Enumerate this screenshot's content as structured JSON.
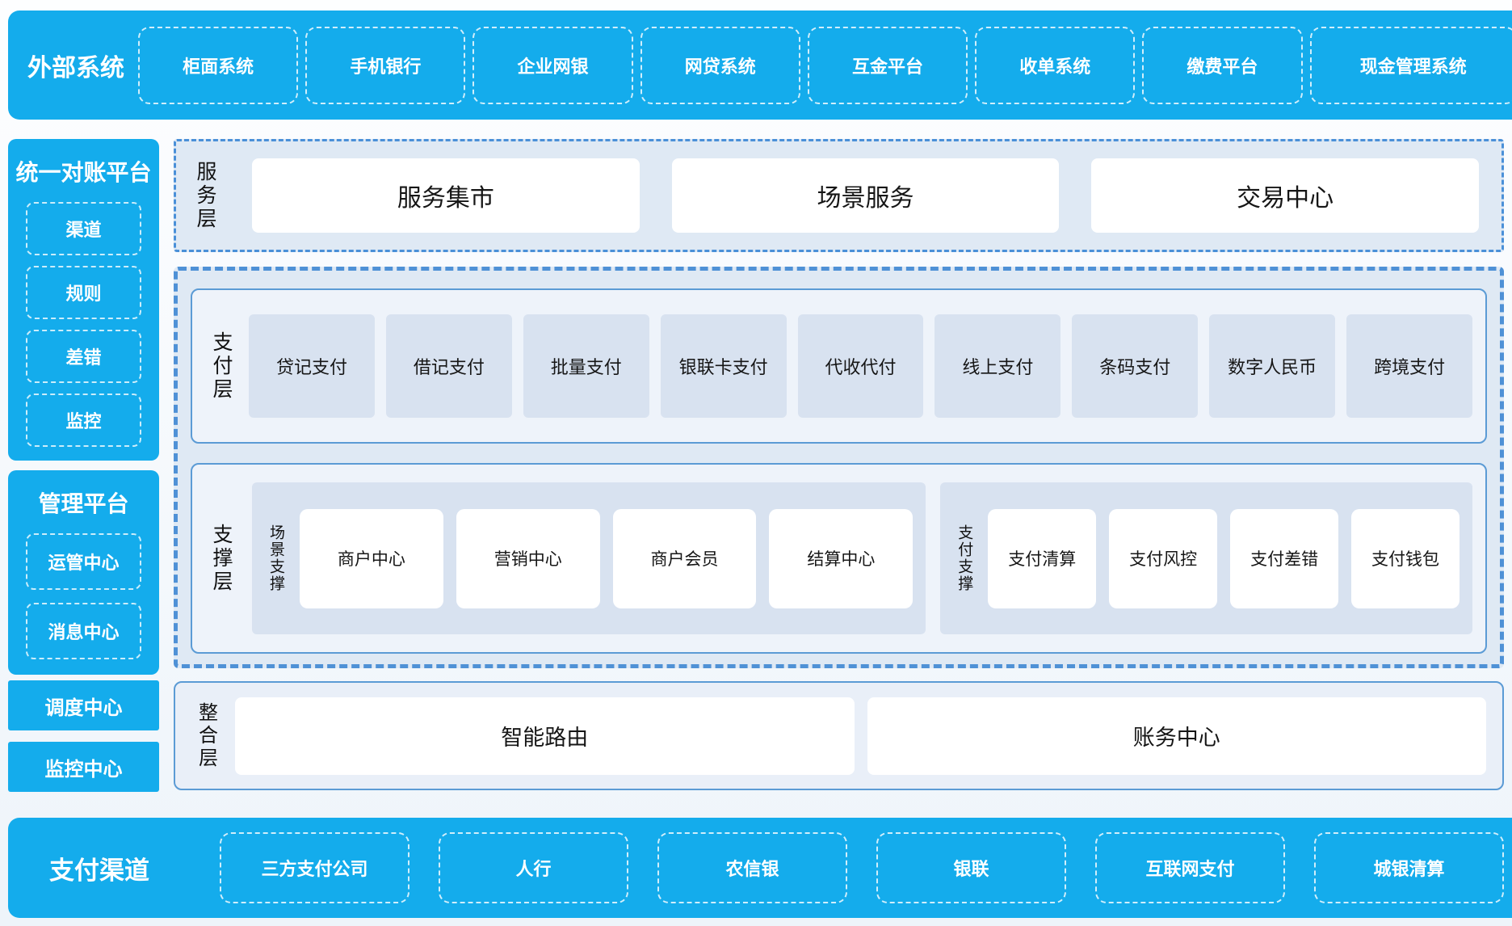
{
  "colors": {
    "accent_blue": "#14ACEC",
    "panel_fill": "#dfe9f4",
    "tile_fill": "#d8e2f0",
    "solid_border": "#5b9bd5",
    "dashed_border": "#4f91d6"
  },
  "top_bar": {
    "title": "外部系统",
    "items": [
      "柜面系统",
      "手机银行",
      "企业网银",
      "网贷系统",
      "互金平台",
      "收单系统",
      "缴费平台",
      "现金管理系统"
    ]
  },
  "left_column": {
    "reconciliation": {
      "title": "统一对账平台",
      "items": [
        "渠道",
        "规则",
        "差错",
        "监控"
      ]
    },
    "management": {
      "title": "管理平台",
      "items": [
        "运管中心",
        "消息中心"
      ]
    },
    "solo_items": [
      "调度中心",
      "监控中心"
    ]
  },
  "main": {
    "service_layer": {
      "label": "服务层",
      "items": [
        "服务集市",
        "场景服务",
        "交易中心"
      ]
    },
    "payment_layer": {
      "label": "支付层",
      "items": [
        "贷记支付",
        "借记支付",
        "批量支付",
        "银联卡支付",
        "代收代付",
        "线上支付",
        "条码支付",
        "数字人民币",
        "跨境支付"
      ]
    },
    "support_layer": {
      "label": "支撑层",
      "groups": [
        {
          "label": "场景支撑",
          "items": [
            "商户中心",
            "营销中心",
            "商户会员",
            "结算中心"
          ]
        },
        {
          "label": "支付支撑",
          "items": [
            "支付清算",
            "支付风控",
            "支付差错",
            "支付钱包"
          ]
        }
      ]
    },
    "integration_layer": {
      "label": "整合层",
      "items": [
        "智能路由",
        "账务中心"
      ]
    }
  },
  "bottom_bar": {
    "title": "支付渠道",
    "items": [
      "三方支付公司",
      "人行",
      "农信银",
      "银联",
      "互联网支付",
      "城银清算"
    ]
  }
}
